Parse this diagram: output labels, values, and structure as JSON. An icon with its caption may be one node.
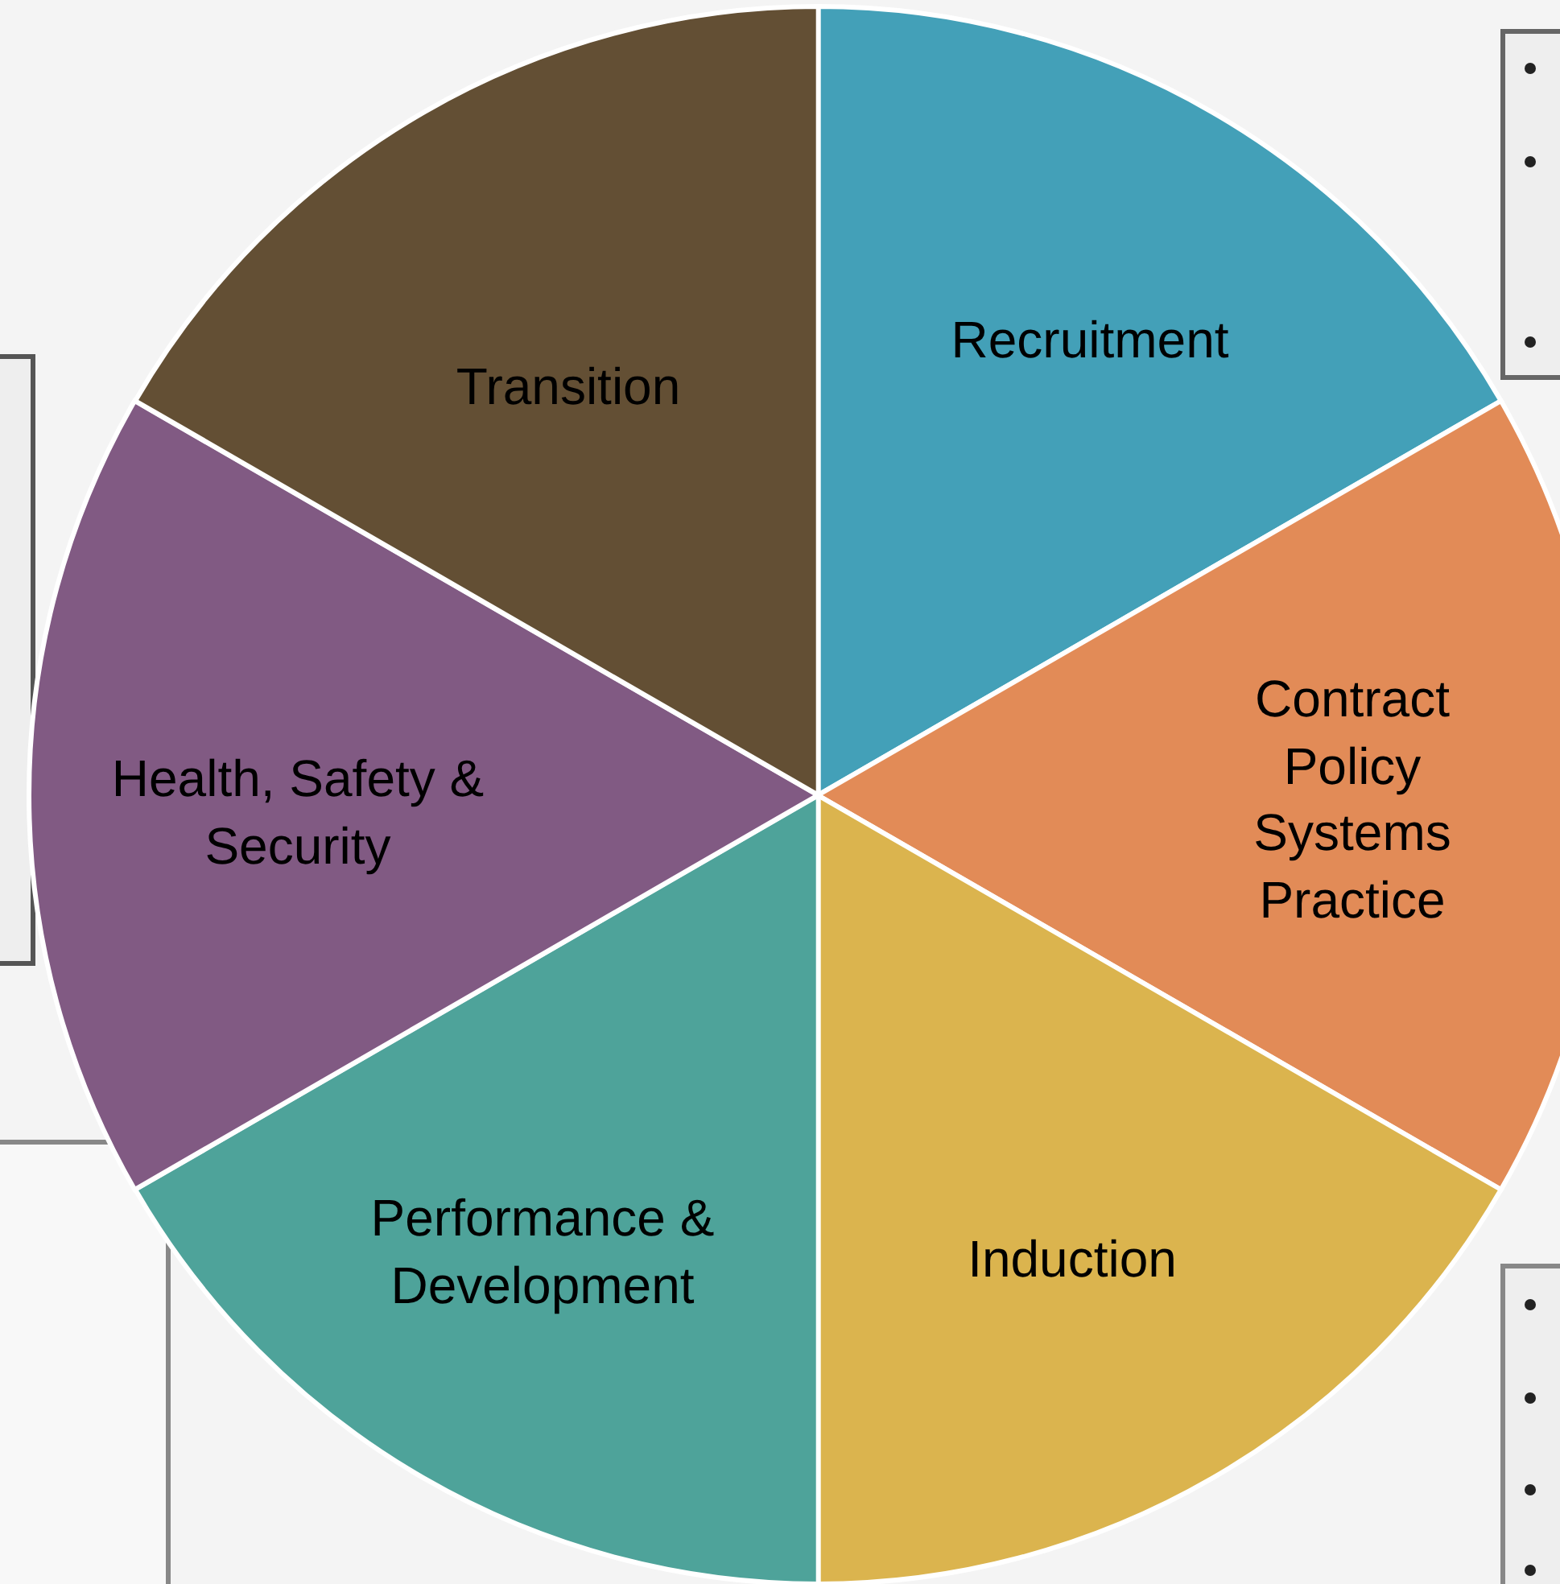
{
  "diagram": {
    "nodes": [
      {
        "text": [
          "Recruitment"
        ]
      },
      {
        "text": [
          "Contract",
          "Policy",
          "Systems",
          "Practice"
        ]
      },
      {
        "text": [
          "Induction"
        ]
      },
      {
        "text": [
          "Performance & Development"
        ]
      },
      {
        "text": [
          "Health, Safety & Security"
        ]
      },
      {
        "text": [
          "Transition"
        ]
      }
    ]
  }
}
